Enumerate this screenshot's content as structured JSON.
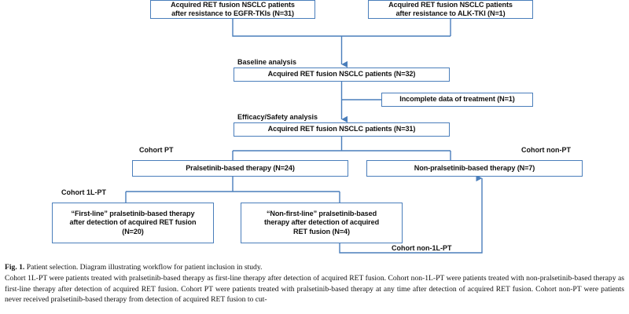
{
  "figure": {
    "id": "fig-1",
    "caption_label": "Fig. 1.",
    "caption_title": "Patient selection. Diagram illustrating workflow for patient inclusion in study.",
    "caption_body": "Cohort 1L-PT were patients treated with pralsetinib-based therapy as first-line therapy after detection of acquired RET fusion. Cohort non-1L-PT were patients treated with non-pralsetinib-based therapy as first-line therapy after detection of acquired RET fusion. Cohort PT were patients treated with pralsetinib-based therapy at any time after detection of acquired RET fusion. Cohort non-PT were patients never received pralsetinib-based therapy from detection of acquired RET fusion to cut-"
  },
  "colors": {
    "box_border": "#4a7ebb",
    "connector": "#4a7ebb",
    "box_fill": "#ffffff",
    "text": "#111111"
  },
  "nodes": {
    "source_egfr": {
      "line1": "Acquired RET fusion NSCLC patients",
      "line2": "after resistance to EGFR-TKIs   (N=31)",
      "n": 31
    },
    "source_alk": {
      "line1": "Acquired RET fusion NSCLC patients",
      "line2": "after resistance to ALK-TKI   (N=1)",
      "n": 1
    },
    "baseline": {
      "text": "Acquired RET fusion NSCLC patients (N=32)",
      "n": 32
    },
    "excluded": {
      "text": "Incomplete data of treatment (N=1)",
      "n": 1
    },
    "efficacy": {
      "text": "Acquired RET fusion NSCLC patients (N=31)",
      "n": 31
    },
    "pt_therapy": {
      "text": "Pralsetinib-based therapy (N=24)",
      "n": 24
    },
    "non_pt_therapy": {
      "text": "Non-pralsetinib-based therapy (N=7)",
      "n": 7
    },
    "first_line": {
      "line1": "“First-line” pralsetinib-based therapy",
      "line2": "after detection of acquired RET fusion",
      "line3": "(N=20)",
      "n": 20
    },
    "non_first_line": {
      "line1": "“Non-first-line” pralsetinib-based",
      "line2": "therapy after detection of acquired",
      "line3": "RET fusion (N=4)",
      "n": 4
    }
  },
  "stage_labels": {
    "baseline_analysis": "Baseline analysis",
    "efficacy_safety_analysis": "Efficacy/Safety analysis"
  },
  "cohort_labels": {
    "cohort_pt": "Cohort PT",
    "cohort_non_pt": "Cohort non-PT",
    "cohort_1l_pt": "Cohort 1L-PT",
    "cohort_non_1l_pt": "Cohort non-1L-PT"
  }
}
